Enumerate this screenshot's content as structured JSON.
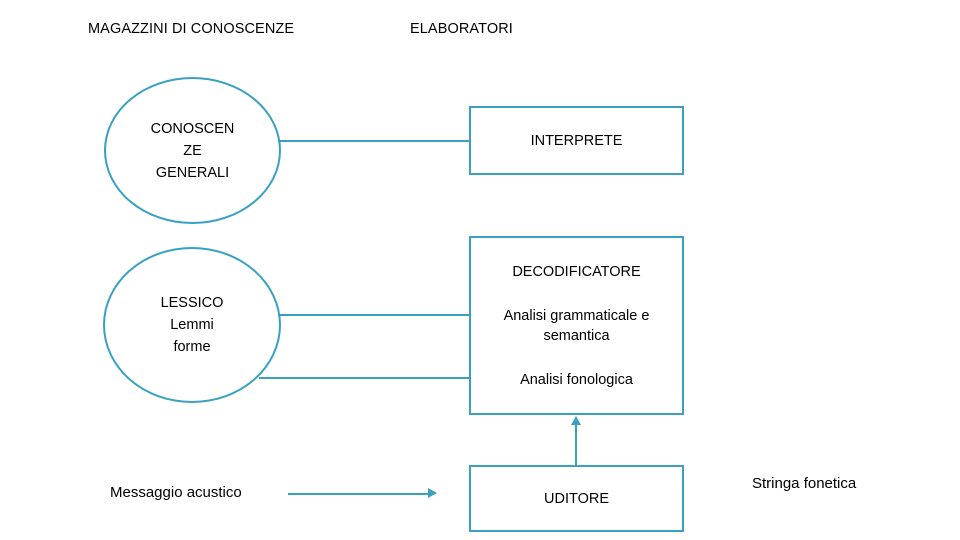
{
  "diagram": {
    "title_columns": {
      "knowledge_stores": "MAGAZZINI DI CONOSCENZE",
      "processors": "ELABORATORI"
    },
    "colors": {
      "node_stroke": "#3aa0c2",
      "connector": "#3aa0c2",
      "text": "#000000",
      "background": "#ffffff"
    },
    "nodes": {
      "conoscenze_generali": {
        "shape": "ellipse",
        "lines": [
          "CONOSCEN",
          "ZE",
          "GENERALI"
        ],
        "text": "CONOSCEN ZE GENERALI"
      },
      "lessico": {
        "shape": "ellipse",
        "lines": [
          "LESSICO",
          "Lemmi",
          "forme"
        ],
        "text": "LESSICO Lemmi forme"
      },
      "interprete": {
        "shape": "rectangle",
        "label": "INTERPRETE"
      },
      "decodificatore": {
        "shape": "rectangle",
        "title": "DECODIFICATORE",
        "sub1": "Analisi grammaticale e semantica",
        "sub2": "Analisi fonologica"
      },
      "uditore": {
        "shape": "rectangle",
        "label": "UDITORE"
      }
    },
    "labels": {
      "messaggio_acustico": "Messaggio acustico",
      "stringa_fonetica": "Stringa fonetica"
    }
  }
}
